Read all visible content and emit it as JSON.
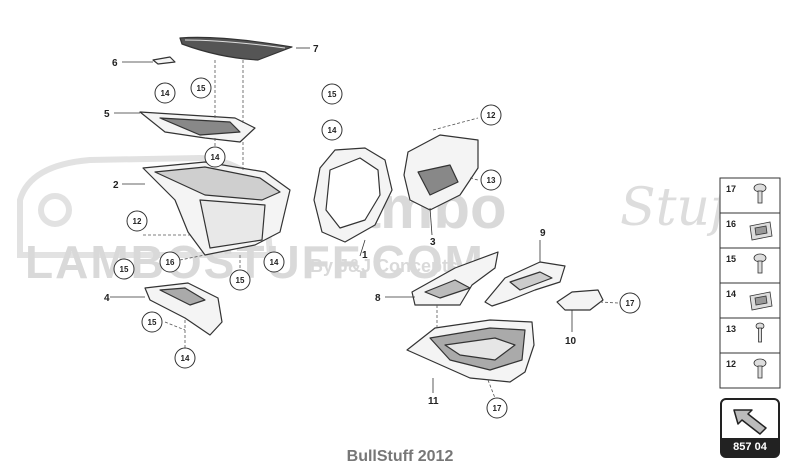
{
  "watermark": {
    "brand_upper": "lambo",
    "brand_script": "Stuff",
    "site": "LAMBOSTUFF.COM",
    "byline": "By J&J Concepts"
  },
  "parts": [
    {
      "id": "p1",
      "label": "1"
    },
    {
      "id": "p2",
      "label": "2"
    },
    {
      "id": "p3",
      "label": "3"
    },
    {
      "id": "p4",
      "label": "4"
    },
    {
      "id": "p5",
      "label": "5"
    },
    {
      "id": "p6",
      "label": "6"
    },
    {
      "id": "p7",
      "label": "7"
    },
    {
      "id": "p8",
      "label": "8"
    },
    {
      "id": "p9",
      "label": "9"
    },
    {
      "id": "p10",
      "label": "10"
    },
    {
      "id": "p11",
      "label": "11"
    }
  ],
  "callouts": [
    "14",
    "15",
    "15",
    "14",
    "14",
    "12",
    "16",
    "15",
    "15",
    "14",
    "14",
    "15",
    "12",
    "13",
    "17",
    "17"
  ],
  "legend": [
    "17",
    "16",
    "15",
    "14",
    "13",
    "12"
  ],
  "catalog_number": "857 04",
  "footer": "BullStuff 2012"
}
